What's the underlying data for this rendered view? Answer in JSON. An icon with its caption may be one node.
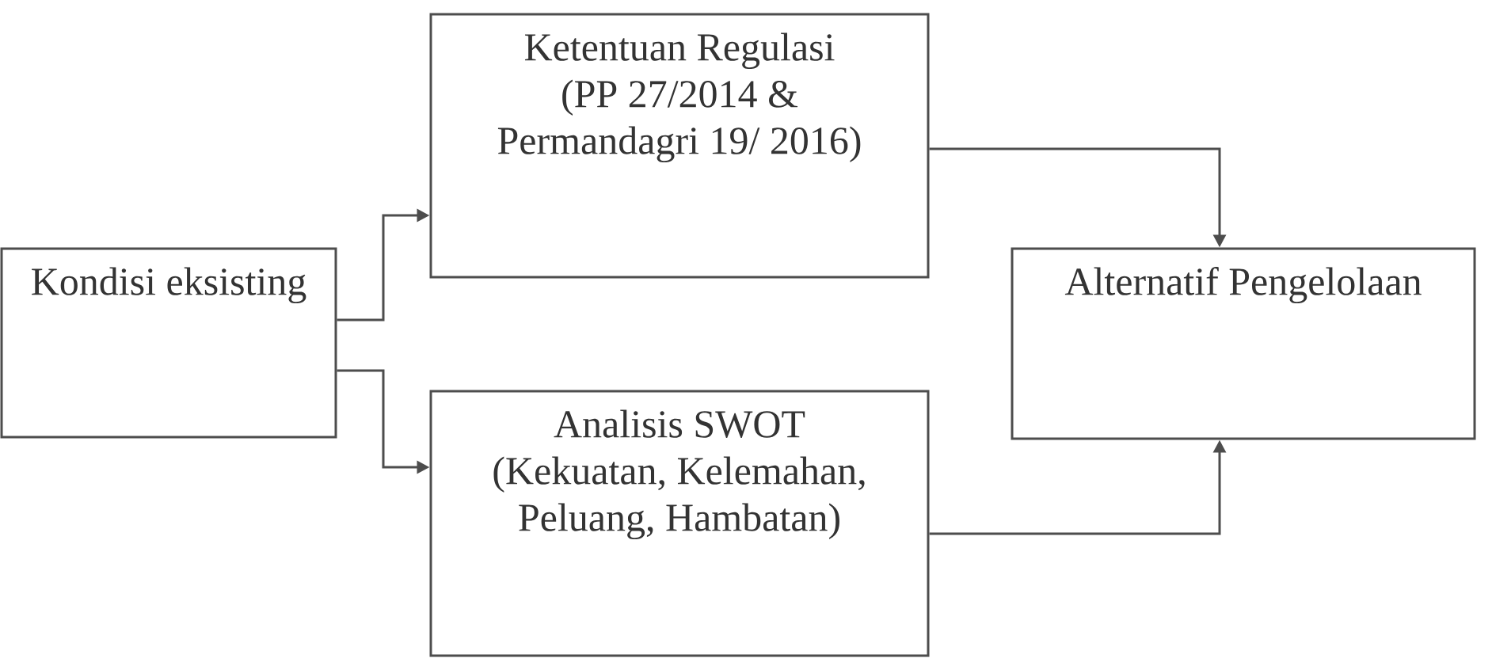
{
  "diagram": {
    "nodes": [
      {
        "text": [
          "Kondisi eksisting"
        ]
      },
      {
        "text": [
          "Ketentuan Regulasi",
          "(PP 27/2014 & Permandagri 19/ 2016)"
        ]
      },
      {
        "text": [
          "Analisis SWOT",
          "(Kekuatan, Kelemahan, Peluang, Hambatan)"
        ]
      },
      {
        "text": [
          "Alternatif Pengelolaan"
        ]
      }
    ],
    "edges": [
      {
        "from": 0,
        "to": 1,
        "arrow": "to"
      },
      {
        "from": 0,
        "to": 2,
        "arrow": "to"
      },
      {
        "from": 1,
        "to": 3,
        "arrow": "to"
      },
      {
        "from": 2,
        "to": 3,
        "arrow": "to"
      }
    ]
  }
}
